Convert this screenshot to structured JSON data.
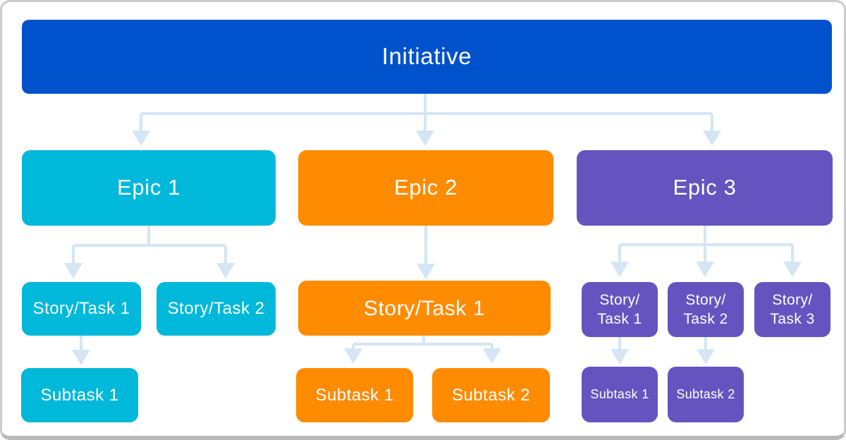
{
  "colors": {
    "root": "#0052CC",
    "epic1": "#00B8D9",
    "epic2": "#FF8B00",
    "epic3": "#6554C0",
    "connector": "#D4E6F4",
    "node_text": "#ffffff",
    "frame_border": "#cdcdcd",
    "background": "#ffffff"
  },
  "root": {
    "label": "Initiative"
  },
  "epics": [
    {
      "label": "Epic 1",
      "stories": [
        {
          "label": "Story/Task 1",
          "subtasks": [
            {
              "label": "Subtask 1"
            }
          ]
        },
        {
          "label": "Story/Task 2",
          "subtasks": []
        }
      ]
    },
    {
      "label": "Epic 2",
      "stories": [
        {
          "label": "Story/Task 1",
          "subtasks": [
            {
              "label": "Subtask 1"
            },
            {
              "label": "Subtask 2"
            }
          ]
        }
      ]
    },
    {
      "label": "Epic 3",
      "stories": [
        {
          "label": "Story/\nTask 1",
          "subtasks": [
            {
              "label": "Subtask 1"
            }
          ]
        },
        {
          "label": "Story/\nTask 2",
          "subtasks": [
            {
              "label": "Subtask 2"
            }
          ]
        },
        {
          "label": "Story/\nTask 3",
          "subtasks": []
        }
      ]
    }
  ]
}
